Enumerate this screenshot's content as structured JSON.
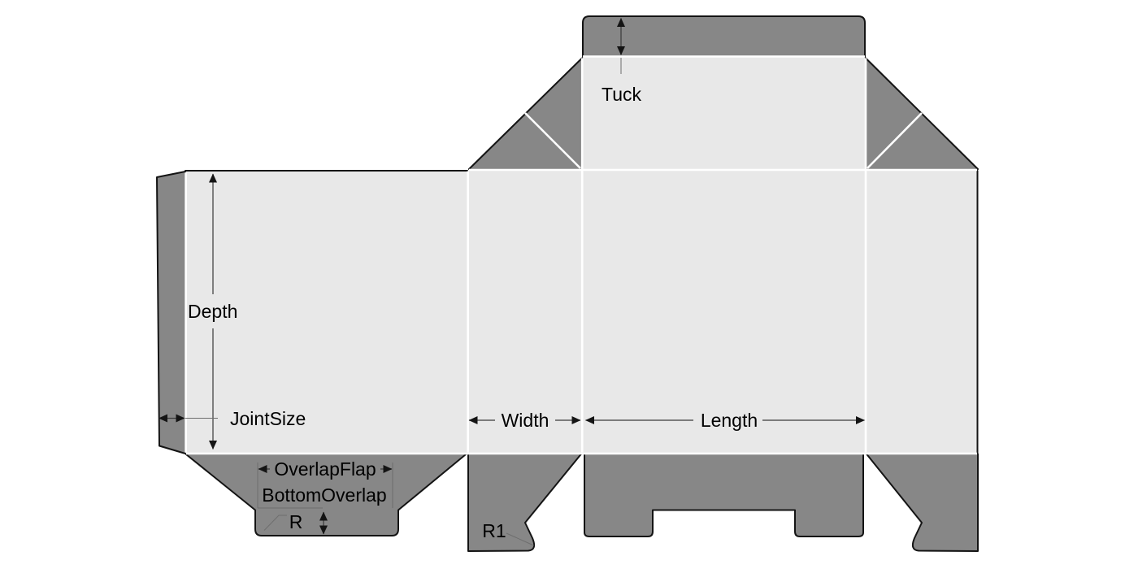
{
  "diagram": {
    "labels": {
      "tuck": "Tuck",
      "depth": "Depth",
      "joint_size": "JointSize",
      "width": "Width",
      "length": "Length",
      "overlap_flap": "OverlapFlap",
      "bottom_overlap": "BottomOverlap",
      "r": "R",
      "r1": "R1"
    },
    "colors": {
      "background": "#ffffff",
      "panel": "#e8e8e8",
      "flap": "#878787",
      "cut": "#141414",
      "crease": "#ffffff",
      "dim": "#3a3a3a",
      "ext": "#6e6e6e",
      "text": "#000000"
    }
  }
}
